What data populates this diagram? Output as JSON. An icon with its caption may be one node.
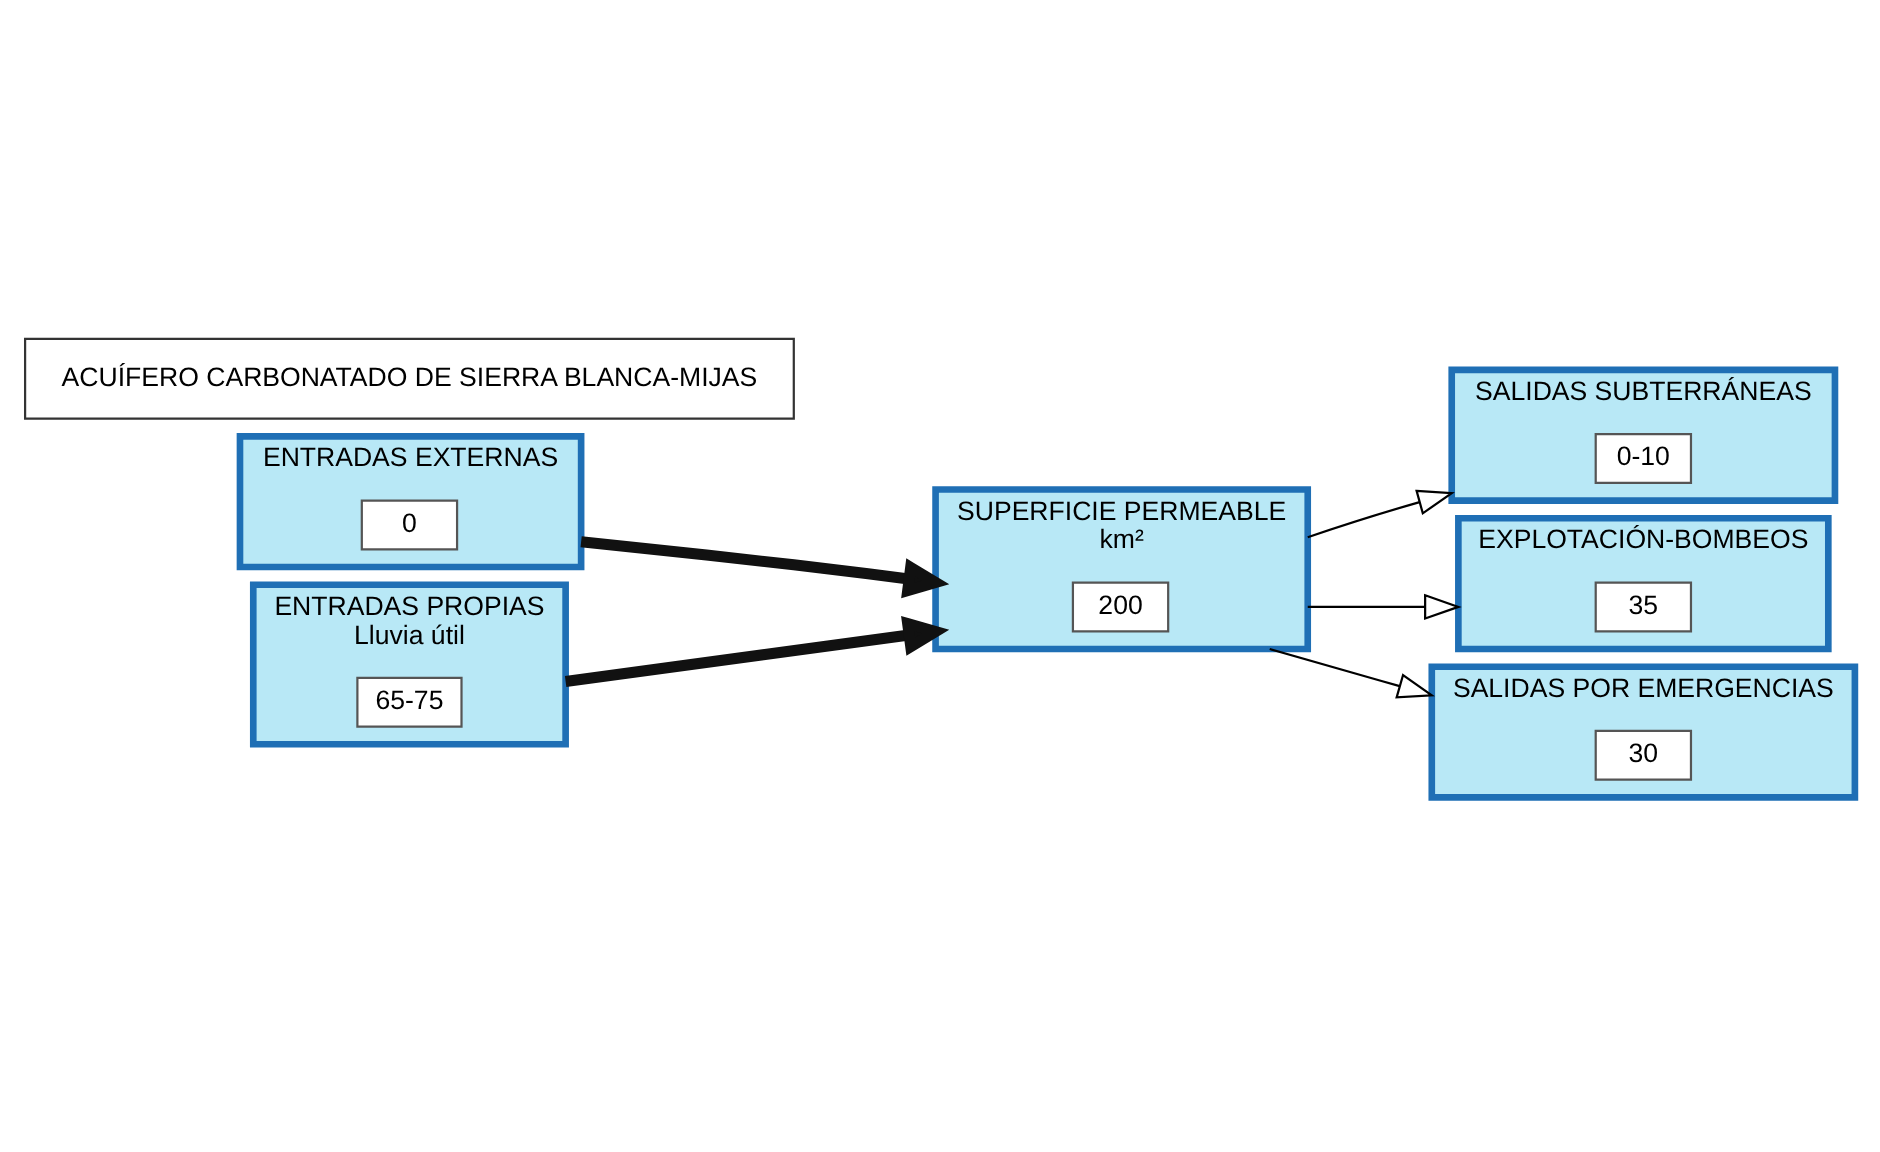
{
  "diagram": {
    "nodes": [
      {
        "text": [
          "ENTRADAS EXTERNAS"
        ]
      },
      {
        "text": [
          "0"
        ],
        "in": 0
      },
      {
        "text": [
          "ENTRADAS PROPIAS",
          "Lluvia útil"
        ]
      },
      {
        "text": [
          "65-75"
        ],
        "in": 2
      },
      {
        "text": [
          "SUPERFICIE PERMEABLE",
          "km²"
        ]
      },
      {
        "text": [
          "200"
        ],
        "in": 4
      },
      {
        "text": [
          "SALIDAS SUBTERRÁNEAS"
        ]
      },
      {
        "text": [
          "0-10"
        ],
        "in": 6
      },
      {
        "text": [
          "EXPLOTACIÓN-BOMBEOS"
        ]
      },
      {
        "text": [
          "35"
        ],
        "in": 8
      },
      {
        "text": [
          "SALIDAS POR EMERGENCIAS"
        ]
      },
      {
        "text": [
          "30"
        ],
        "in": 10
      },
      {
        "text": [
          "ACUÍFERO CARBONATADO DE SIERRA BLANCA-MIJAS"
        ]
      }
    ],
    "edges": [
      {
        "from": 0,
        "to": 4,
        "arrow": "to",
        "style": "thick"
      },
      {
        "from": 2,
        "to": 4,
        "arrow": "to",
        "style": "thick"
      },
      {
        "from": 4,
        "to": 6,
        "arrow": "to"
      },
      {
        "from": 4,
        "to": 8,
        "arrow": "to"
      },
      {
        "from": 4,
        "to": 10,
        "arrow": "to"
      }
    ]
  }
}
